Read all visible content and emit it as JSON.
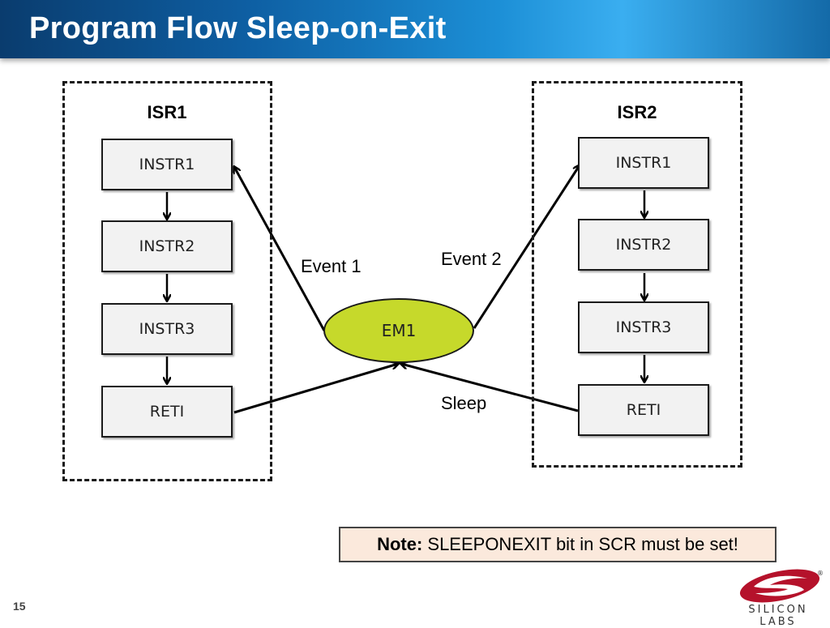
{
  "title": "Program Flow Sleep-on-Exit",
  "isr1": {
    "title": "ISR1",
    "steps": [
      "INSTR1",
      "INSTR2",
      "INSTR3",
      "RETI"
    ]
  },
  "isr2": {
    "title": "ISR2",
    "steps": [
      "INSTR1",
      "INSTR2",
      "INSTR3",
      "RETI"
    ]
  },
  "center_node": "EM1",
  "labels": {
    "event1": "Event 1",
    "event2": "Event 2",
    "sleep": "Sleep"
  },
  "note": {
    "prefix": "Note:",
    "text": " SLEEPONEXIT bit in SCR must be set!"
  },
  "page_number": "15",
  "logo": {
    "text": "SILICON LABS",
    "registered": "®"
  },
  "colors": {
    "title_bar": "#1c8fd6",
    "em1_fill": "#c6d92b",
    "box_fill": "#f2f2f2",
    "note_fill": "#fbe9dc",
    "logo_red": "#b5122b"
  }
}
